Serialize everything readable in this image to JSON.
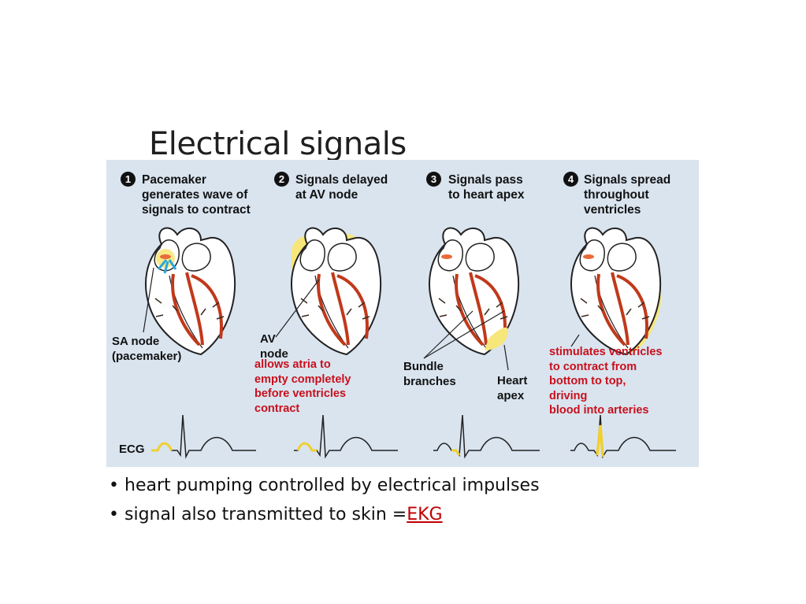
{
  "title": "Electrical signals",
  "steps": [
    {
      "num": "1",
      "lines": [
        "Pacemaker",
        "generates wave of",
        "signals to contract"
      ]
    },
    {
      "num": "2",
      "lines": [
        "Signals delayed",
        "at AV node"
      ]
    },
    {
      "num": "3",
      "lines": [
        "Signals pass",
        "to heart apex"
      ]
    },
    {
      "num": "4",
      "lines": [
        "Signals spread",
        "throughout",
        "ventricles"
      ]
    }
  ],
  "labels": {
    "sa_node": [
      "SA node",
      "(pacemaker)"
    ],
    "av_node": [
      "AV",
      "node"
    ],
    "bundle": [
      "Bundle",
      "branches"
    ],
    "apex": [
      "Heart",
      "apex"
    ],
    "ecg": "ECG"
  },
  "notes": {
    "av": [
      "allows atria to",
      "empty completely",
      "before ventricles",
      "contract"
    ],
    "ventricles": [
      "stimulates ventricles",
      "to contract from",
      "bottom to top,",
      "driving",
      "blood into arteries"
    ]
  },
  "bullets": {
    "b1": "heart pumping controlled by electrical impulses",
    "b2_prefix": "signal also transmitted to skin = ",
    "b2_link": "EKG"
  },
  "colors": {
    "panel": "#d9e4ef",
    "highlight": "#f7e77a",
    "conduction": "#c0391b",
    "note": "#c8101c",
    "link": "#c00000"
  }
}
